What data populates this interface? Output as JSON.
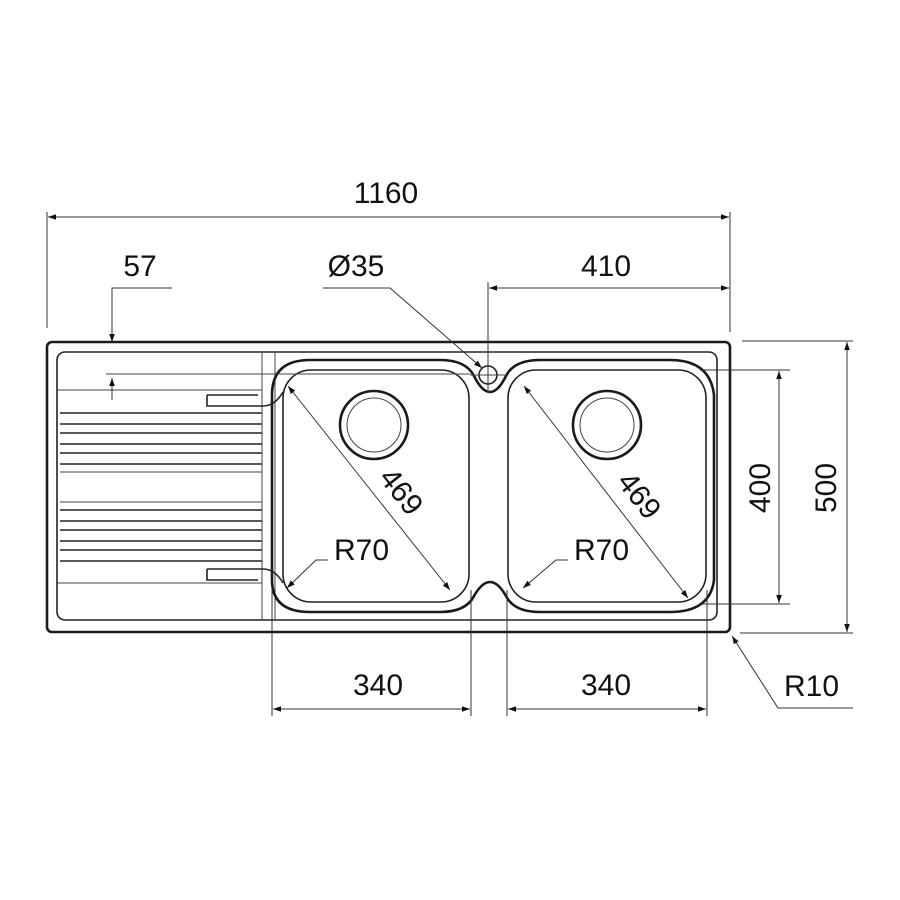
{
  "drawing": {
    "title": "Double bowl sink with drainer - dimensioned drawing",
    "units": "mm",
    "line_color": "#1a1a1a",
    "background": "#ffffff"
  },
  "dimensions": {
    "overall_width": "1160",
    "drainer_offset": "57",
    "tap_hole_diameter": "Ø35",
    "tap_hole_to_edge": "410",
    "bowl_diagonal_left": "469",
    "bowl_diagonal_right": "469",
    "bowl_radius_left": "R70",
    "bowl_radius_right": "R70",
    "bowl_width_left": "340",
    "bowl_width_right": "340",
    "bowl_depth": "400",
    "overall_depth": "500",
    "corner_radius": "R10"
  }
}
